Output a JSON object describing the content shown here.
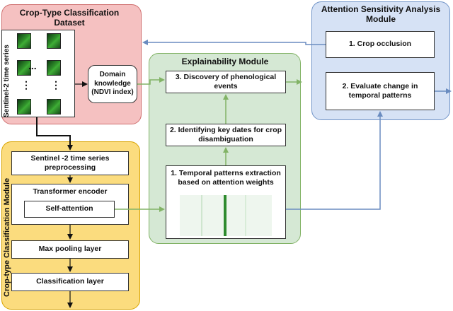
{
  "dataset": {
    "title": "Crop-Type Classification Dataset",
    "sidebar_label": "Sentinel-2 time series",
    "hdots": "...",
    "vdots": "⋮",
    "domain_knowledge": "Domain knowledge (NDVI index)"
  },
  "classification": {
    "title": "Crop-type Classification Module",
    "preprocessing": "Sentinel -2 time series preprocessing",
    "transformer": "Transformer encoder",
    "self_attention": "Self-attention",
    "maxpool": "Max pooling layer",
    "classification_layer": "Classification layer"
  },
  "explainability": {
    "title": "Explainability Module",
    "step1": "1. Temporal patterns extraction based on attention weights",
    "step2": "2. Identifying key dates for crop disambiguation",
    "step3": "3. Discovery of phenological events"
  },
  "sensitivity": {
    "title": "Attention Sensitivity Analysis Module",
    "step1": "1. Crop occlusion",
    "step2": "2. Evaluate change in temporal patterns"
  },
  "colors": {
    "dataset_fill": "#f5c1c1",
    "dataset_border": "#cf6f6f",
    "classification_fill": "#fbdc7e",
    "classification_border": "#d9a400",
    "explainability_fill": "#d5e8d4",
    "explainability_border": "#82b366",
    "sensitivity_fill": "#d6e2f5",
    "sensitivity_border": "#7295c8",
    "blue_arrow": "#6a8cc0",
    "green_arrow": "#82b366",
    "black_arrow": "#111111"
  }
}
